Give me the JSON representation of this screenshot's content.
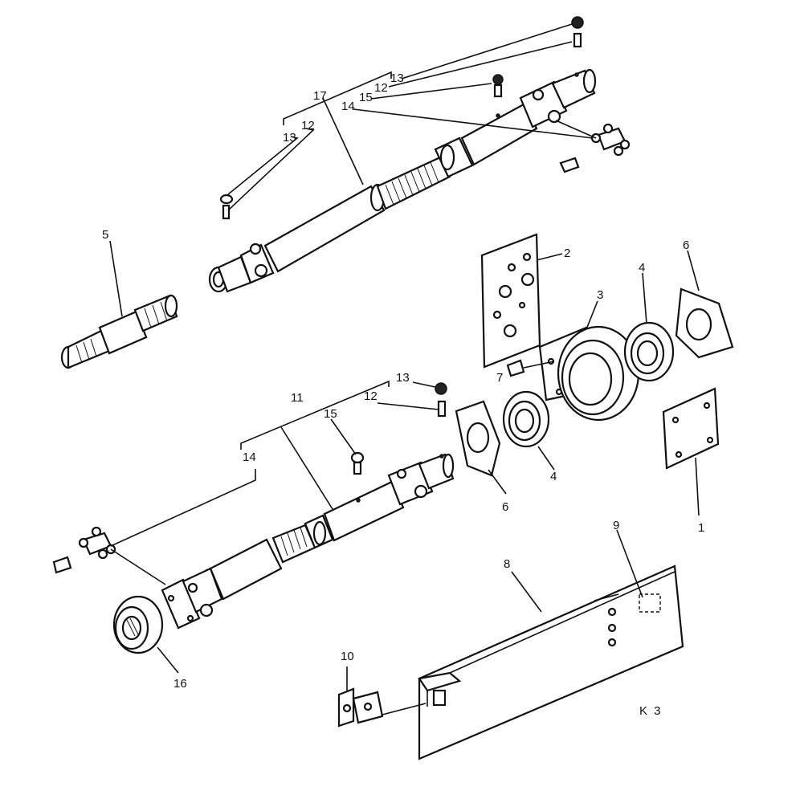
{
  "figure_code": "K 3",
  "callouts": [
    {
      "id": "c1",
      "text": "1"
    },
    {
      "id": "c2",
      "text": "2"
    },
    {
      "id": "c3",
      "text": "3"
    },
    {
      "id": "c4a",
      "text": "4"
    },
    {
      "id": "c4b",
      "text": "4"
    },
    {
      "id": "c5",
      "text": "5"
    },
    {
      "id": "c6a",
      "text": "6"
    },
    {
      "id": "c6b",
      "text": "6"
    },
    {
      "id": "c7",
      "text": "7"
    },
    {
      "id": "c8",
      "text": "8"
    },
    {
      "id": "c9",
      "text": "9"
    },
    {
      "id": "c10",
      "text": "10"
    },
    {
      "id": "c11",
      "text": "11"
    },
    {
      "id": "c12a",
      "text": "12"
    },
    {
      "id": "c12b",
      "text": "12"
    },
    {
      "id": "c12c",
      "text": "12"
    },
    {
      "id": "c13a",
      "text": "13"
    },
    {
      "id": "c13b",
      "text": "13"
    },
    {
      "id": "c13c",
      "text": "13"
    },
    {
      "id": "c14a",
      "text": "14"
    },
    {
      "id": "c14b",
      "text": "14"
    },
    {
      "id": "c15a",
      "text": "15"
    },
    {
      "id": "c15b",
      "text": "15"
    },
    {
      "id": "c16",
      "text": "16"
    },
    {
      "id": "c17",
      "text": "17"
    }
  ]
}
